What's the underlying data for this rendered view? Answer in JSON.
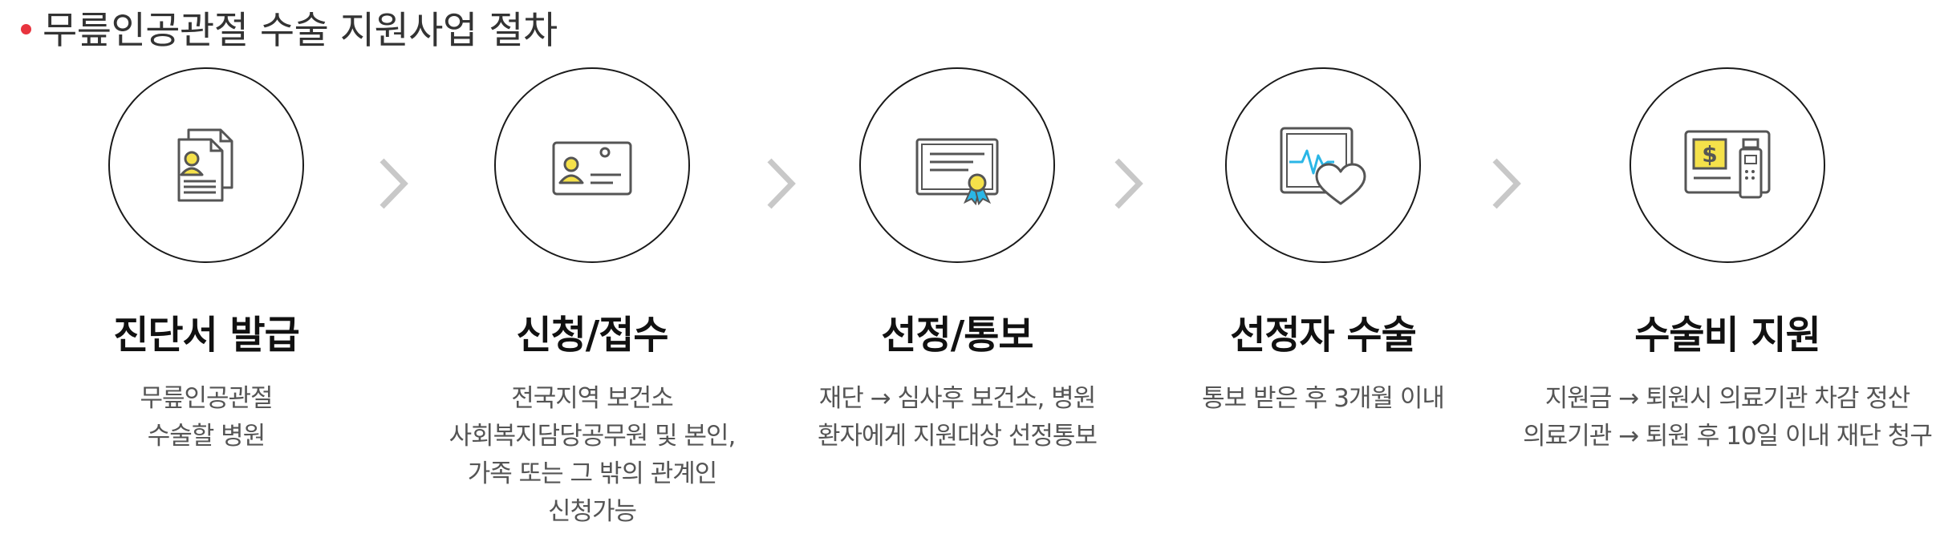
{
  "header": {
    "title": "무릎인공관절 수술 지원사업 절차"
  },
  "steps": [
    {
      "icon": "document-person-icon",
      "title": "진단서 발급",
      "lines": [
        "무릎인공관절",
        "수술할 병원"
      ]
    },
    {
      "icon": "id-card-icon",
      "title": "신청/접수",
      "lines": [
        "전국지역 보건소",
        "사회복지담당공무원 및 본인,",
        "가족 또는 그 밖의 관계인",
        "신청가능"
      ]
    },
    {
      "icon": "certificate-icon",
      "title": "선정/통보",
      "lines": [
        "재단 → 심사후 보건소, 병원",
        "환자에게 지원대상 선정통보"
      ]
    },
    {
      "icon": "heart-monitor-icon",
      "title": "선정자 수술",
      "lines": [
        "통보 받은 후 3개월 이내"
      ]
    },
    {
      "icon": "payment-terminal-icon",
      "title": "수술비 지원",
      "lines": [
        "지원금 → 퇴원시 의료기관 차감 정산",
        "의료기관 → 퇴원 후 10일 이내 재단 청구"
      ]
    }
  ],
  "colors": {
    "accent": "#e8343e",
    "icon_yellow": "#f5e14a",
    "icon_cyan": "#2ab6e6",
    "icon_stroke": "#555555"
  }
}
